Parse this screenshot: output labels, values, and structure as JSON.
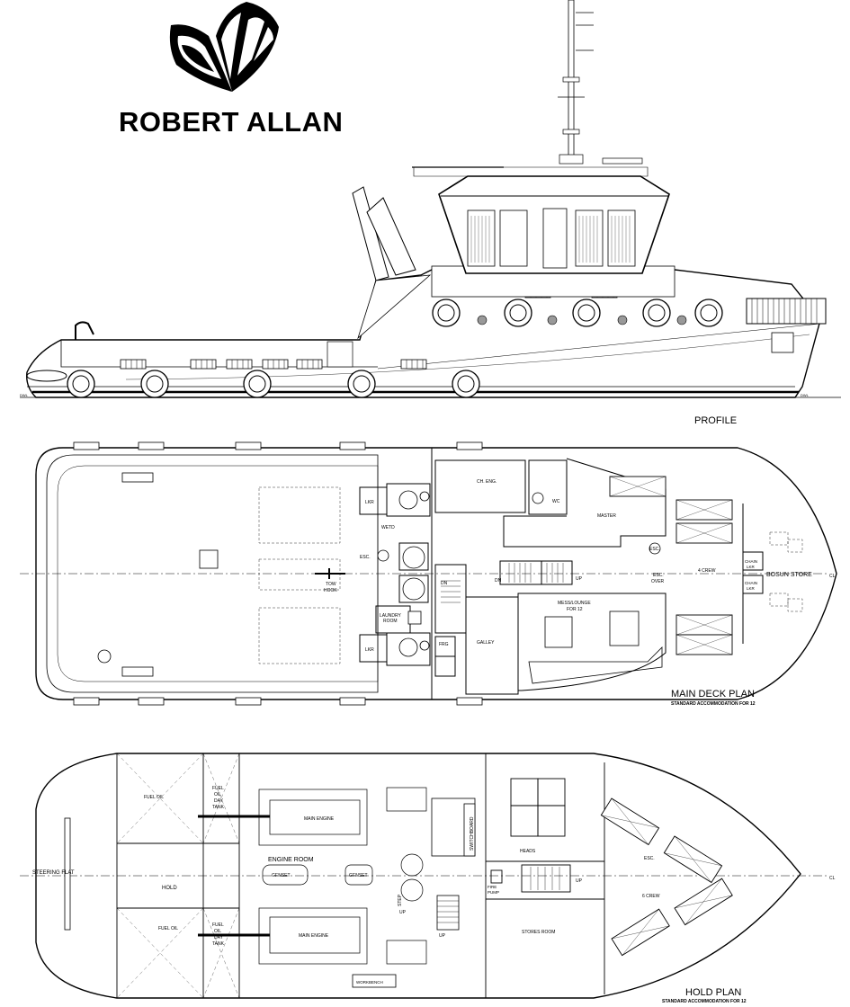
{
  "brand": {
    "name": "ROBERT ALLAN"
  },
  "profile": {
    "title": "PROFILE",
    "dwl_fwd": "DWL",
    "dwl_aft": "DWL"
  },
  "main_deck": {
    "title": "MAIN DECK PLAN",
    "subtitle": "STANDARD ACCOMMODATION FOR 12",
    "labels": {
      "ch_eng": "CH. ENG.",
      "wc": "WC",
      "master": "MASTER",
      "lkr_top": "LKR",
      "lkr_bot": "LKR",
      "wetd": "WETD",
      "esc_left": "ESC.",
      "esc_right": "ESC.",
      "tow_hook_1": "TOW",
      "tow_hook_2": "HOOK",
      "dn_1": "DN",
      "dn_2": "DN",
      "up": "UP",
      "esc_over_1": "ESC.",
      "esc_over_2": "OVER",
      "four_crew": "4 CREW",
      "chain_lkr_1a": "CHAIN",
      "chain_lkr_1b": "LKR",
      "chain_lkr_2a": "CHAIN",
      "chain_lkr_2b": "LKR",
      "bosun_store": "BOSUN STORE",
      "cl": "CL",
      "laundry_1": "LAUNDRY",
      "laundry_2": "ROOM",
      "mess_1": "MESS/LOUNGE",
      "mess_2": "FOR 12",
      "frg": "FRG",
      "galley": "GALLEY"
    }
  },
  "hold": {
    "title": "HOLD PLAN",
    "subtitle": "STANDARD ACCOMMODATION FOR 12",
    "labels": {
      "fuel_oil_top": "FUEL OIL",
      "fuel_oil_bot": "FUEL OIL",
      "day_tank_top_1": "FUEL",
      "day_tank_top_2": "OIL",
      "day_tank_top_3": "DAY",
      "day_tank_top_4": "TANK",
      "day_tank_bot_1": "FUEL",
      "day_tank_bot_2": "OIL",
      "day_tank_bot_3": "DAY",
      "day_tank_bot_4": "TANK",
      "main_engine_top": "MAIN ENGINE",
      "main_engine_bot": "MAIN ENGINE",
      "engine_room": "ENGINE ROOM",
      "genset_1": "GENSET",
      "genset_2": "GENSET",
      "steering_flat": "STEERING FLAT",
      "hold": "HOLD",
      "switchboard": "SWITCHBOARD",
      "heads": "HEADS",
      "fire_pump_1": "FIRE",
      "fire_pump_2": "PUMP",
      "up_1": "UP",
      "up_2": "UP",
      "up_3": "UP",
      "esc": "ESC.",
      "six_crew": "6 CREW",
      "stores_room": "STORES ROOM",
      "step": "STEP",
      "workbench": "WORKBENCH",
      "cl": "CL"
    }
  }
}
